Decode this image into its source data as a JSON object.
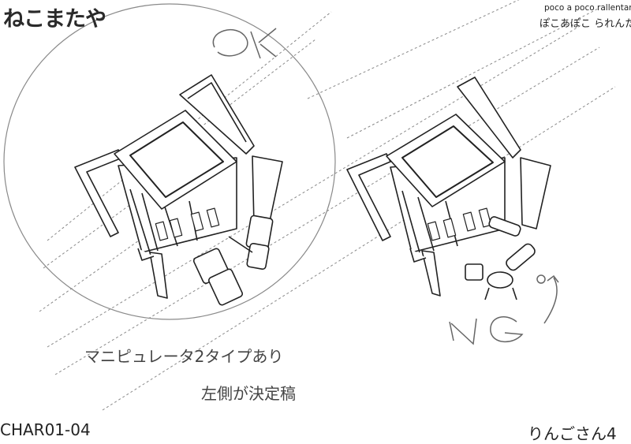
{
  "header": {
    "logo_text": "ねこまたや",
    "brand_line_1": "poco a poco rallentando",
    "brand_line_2": "ぽこあぽこ られんたんど"
  },
  "notes": {
    "line_1": "マニピュレータ2タイプあり",
    "line_2": "左側が決定稿"
  },
  "handwriting": {
    "ok_mark": "OK",
    "ng_mark": "NG"
  },
  "footer": {
    "sheet_id": "CHAR01-04",
    "author": "りんごさん4"
  },
  "colors": {
    "ink": "#222222",
    "pencil": "#8a8a8a",
    "paper": "#ffffff"
  }
}
